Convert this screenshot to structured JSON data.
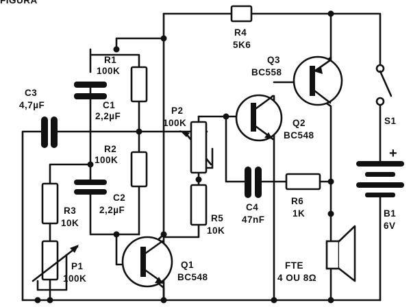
{
  "corner_text": "FIGURA",
  "components": {
    "R1": {
      "name": "R1",
      "value": "100K"
    },
    "R2": {
      "name": "R2",
      "value": "100K"
    },
    "R3": {
      "name": "R3",
      "value": "10K"
    },
    "R4": {
      "name": "R4",
      "value": "5K6"
    },
    "R5": {
      "name": "R5",
      "value": "10K"
    },
    "R6": {
      "name": "R6",
      "value": "1K"
    },
    "C1": {
      "name": "C1",
      "value": "2,2µF"
    },
    "C2": {
      "name": "C2",
      "value": "2,2µF"
    },
    "C3": {
      "name": "C3",
      "value": "4,7µF"
    },
    "C4": {
      "name": "C4",
      "value": "47nF"
    },
    "P1": {
      "name": "P1",
      "value": "100K"
    },
    "P2": {
      "name": "P2",
      "value": "100K"
    },
    "Q1": {
      "name": "Q1",
      "value": "BC548"
    },
    "Q2": {
      "name": "Q2",
      "value": "BC548"
    },
    "Q3": {
      "name": "Q3",
      "value": "BC558"
    },
    "S1": {
      "name": "S1"
    },
    "B1": {
      "name": "B1",
      "value": "6V",
      "plus": "+"
    },
    "FTE": {
      "name": "FTE",
      "value": "4 OU 8Ω"
    }
  }
}
